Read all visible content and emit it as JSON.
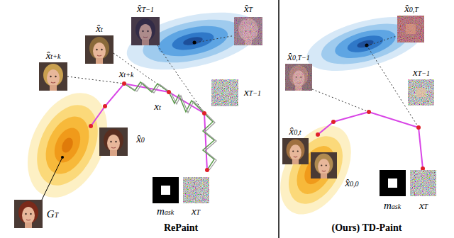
{
  "diagram": {
    "nodes": [
      {
        "text": [
          "RePaint"
        ]
      },
      {
        "text": [
          "(Ours) TD-Paint"
        ]
      }
    ],
    "labels": [
      "x̂T",
      "x̂T−1",
      "xT−1",
      "x̂t",
      "xt",
      "x̂t+k",
      "xt+k",
      "x̂0",
      "GT",
      "mask",
      "xT",
      "x̂0,T",
      "x̂0,T−1",
      "xT−1",
      "x̂0,t",
      "x̂0,0",
      "mask",
      "xT"
    ]
  }
}
